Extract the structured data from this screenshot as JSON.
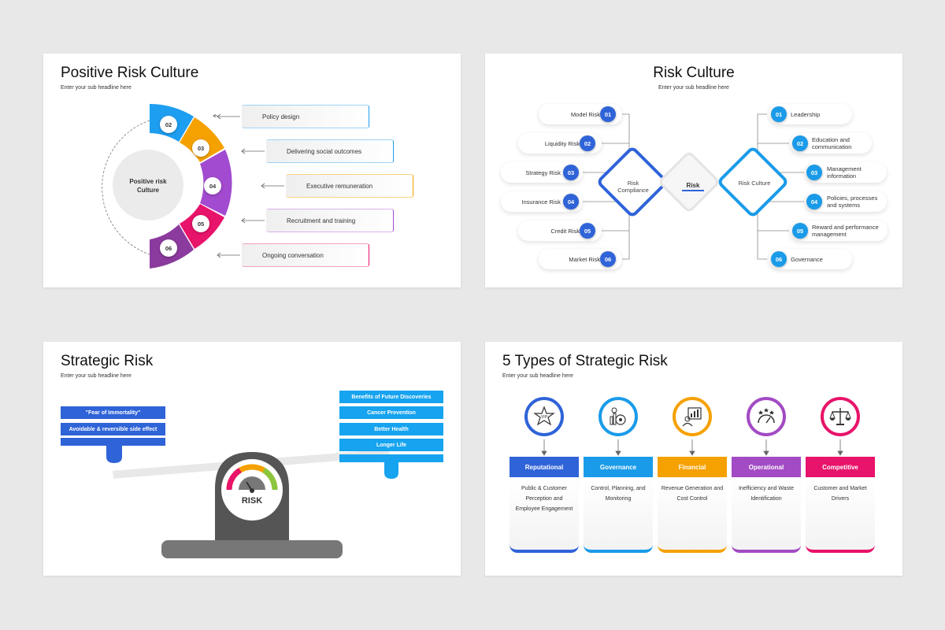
{
  "slide1": {
    "title": "Positive Risk Culture",
    "subtitle": "Enter your sub headline here",
    "center_label": "Positive risk Culture",
    "items": [
      {
        "num": "02",
        "label": "Policy design",
        "color": "#1e9ef0"
      },
      {
        "num": "03",
        "label": "Delivering social outcomes",
        "color": "#f5a100"
      },
      {
        "num": "04",
        "label": "Executive remuneration",
        "color": "#a24bd0"
      },
      {
        "num": "05",
        "label": "Recruitment and training",
        "color": "#e8136a"
      },
      {
        "num": "06",
        "label": "Ongoing conversation",
        "color": "#8b3a9e"
      }
    ]
  },
  "slide2": {
    "title": "Risk Culture",
    "subtitle": "Enter your sub headline here",
    "left_diamond": "Risk Compliance",
    "center_diamond": "Risk",
    "right_diamond": "Risk Culture",
    "left_items": [
      {
        "num": "01",
        "label": "Model Risk"
      },
      {
        "num": "02",
        "label": "Liquidity Risk"
      },
      {
        "num": "03",
        "label": "Strategy Risk"
      },
      {
        "num": "04",
        "label": "Insurance Risk"
      },
      {
        "num": "05",
        "label": "Credit Risk"
      },
      {
        "num": "06",
        "label": "Market Risk"
      }
    ],
    "right_items": [
      {
        "num": "01",
        "label": "Leadership"
      },
      {
        "num": "02",
        "label": "Education and communication"
      },
      {
        "num": "03",
        "label": "Management information"
      },
      {
        "num": "04",
        "label": "Policies, processes and systems"
      },
      {
        "num": "05",
        "label": "Reward and performance management"
      },
      {
        "num": "06",
        "label": "Governance"
      }
    ],
    "left_color": "#2f63d8",
    "right_color": "#1a9be9"
  },
  "slide3": {
    "title": "Strategic Risk",
    "subtitle": "Enter your sub headline here",
    "left_bars": [
      "\"Fear of Immortality\"",
      "Avoidable & reversible side effect",
      ""
    ],
    "right_bars": [
      "Benefits of Future Discoveries",
      "Cancer Prevention",
      "Better Health",
      "Longer Life",
      ""
    ],
    "gauge_label": "RISK",
    "left_color": "#2f63d8",
    "right_color": "#16a3ef"
  },
  "slide4": {
    "title": "5 Types of Strategic Risk",
    "subtitle": "Enter your sub headline here",
    "types": [
      {
        "name": "Reputational",
        "desc": "Public & Customer Perception and Employee Engagement",
        "icon": "vip-star-icon",
        "badge": "VIP",
        "color": "#2f63d8"
      },
      {
        "name": "Governance",
        "desc": "Control, Planning, and Monitoring",
        "icon": "governance-gear-icon",
        "color": "#1a9be9"
      },
      {
        "name": "Financial",
        "desc": "Revenue Generation and Cost Control",
        "icon": "financial-chart-icon",
        "color": "#f5a100"
      },
      {
        "name": "Operational",
        "desc": "Inefficiency and Waste Identification",
        "icon": "operational-gauge-icon",
        "color": "#a24bc4"
      },
      {
        "name": "Competitive",
        "desc": "Customer and Market Drivers",
        "icon": "balance-scale-icon",
        "color": "#e8136a"
      }
    ]
  }
}
